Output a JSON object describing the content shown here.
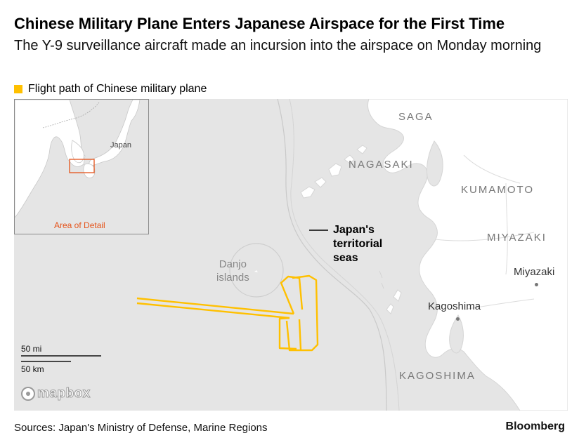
{
  "header": {
    "title": "Chinese Military Plane Enters Japanese Airspace for the First Time",
    "subtitle": "The Y-9 surveillance aircraft made an incursion into the airspace on Monday morning"
  },
  "legend": {
    "label": "Flight path of Chinese military plane",
    "color": "#FFC000"
  },
  "map": {
    "inset": {
      "country_label": "Japan",
      "area_label": "Area of Detail",
      "area_color": "#e5531a"
    },
    "regions": [
      "SAGA",
      "NAGASAKI",
      "KUMAMOTO",
      "MIYAZAKI",
      "KAGOSHIMA"
    ],
    "cities": [
      "Miyazaki",
      "Kagoshima"
    ],
    "islands": "Danjo islands",
    "islands_lines": [
      "Danjo",
      "islands"
    ],
    "callout": [
      "Japan's",
      "territorial",
      "seas"
    ],
    "scale": {
      "miles": "50 mi",
      "km": "50 km"
    },
    "attribution": "mapbox",
    "land_color": "#ffffff",
    "water_color": "#e5e5e5"
  },
  "footer": {
    "source": "Sources: Japan's Ministry of Defense, Marine Regions",
    "brand": "Bloomberg"
  }
}
